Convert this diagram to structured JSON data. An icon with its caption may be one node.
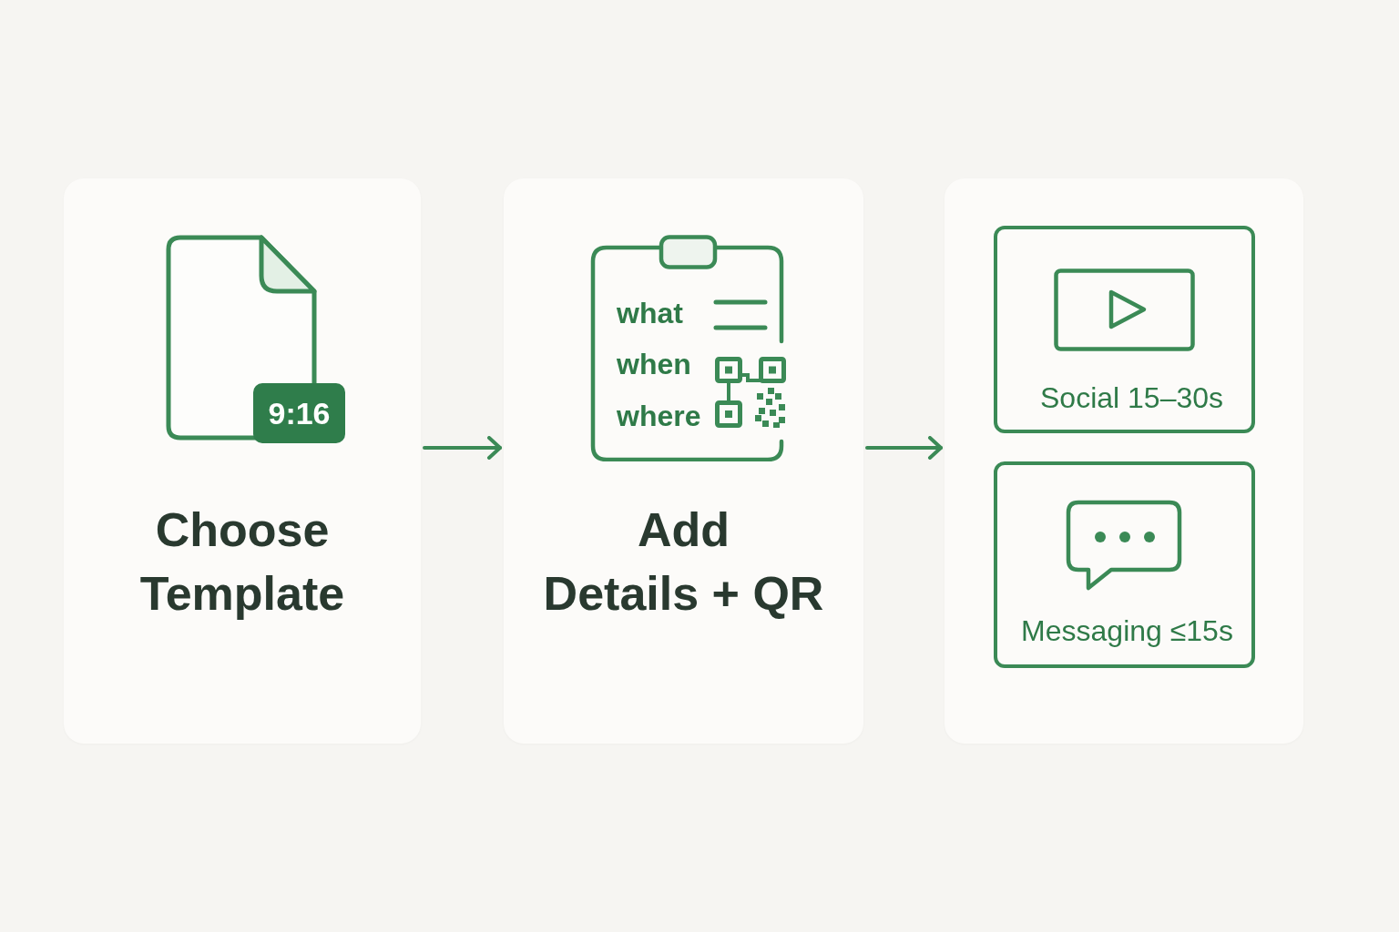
{
  "diagram": {
    "nodes": [
      {
        "text": [
          "Choose Template"
        ]
      },
      {
        "text": [
          "9:16"
        ],
        "in": 0
      },
      {
        "text": [
          "Add Details + QR"
        ]
      },
      {
        "text": [
          "what",
          "when",
          "where"
        ],
        "in": 2
      },
      {
        "text": [],
        "shape": "box"
      },
      {
        "text": [
          "Social 15–30s"
        ],
        "in": 4
      },
      {
        "text": [
          "Messaging ≤15s"
        ],
        "in": 4
      }
    ],
    "edges": [
      {
        "from": 0,
        "to": 2,
        "arrow": "to"
      },
      {
        "from": 2,
        "to": 4,
        "arrow": "to"
      }
    ]
  }
}
